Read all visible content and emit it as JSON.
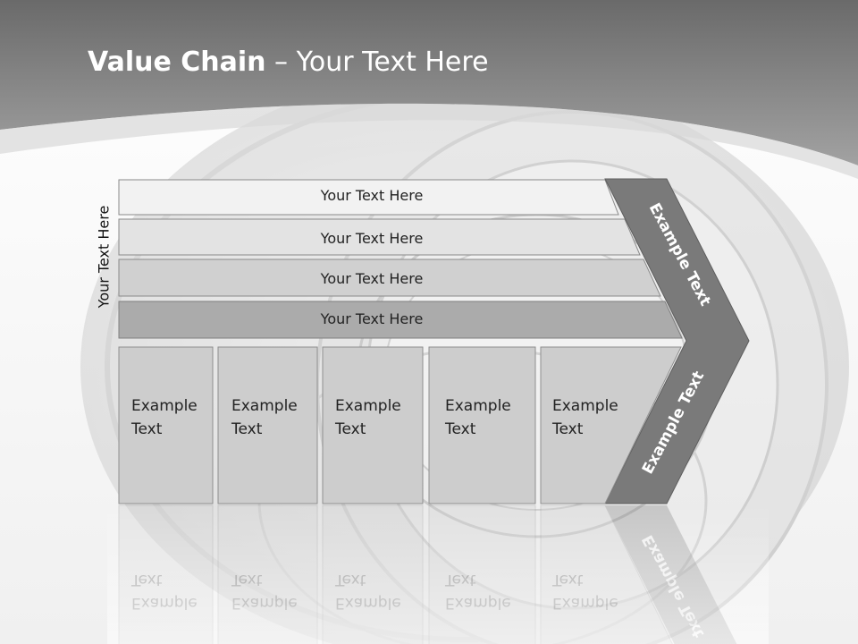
{
  "slide": {
    "title_bold": "Value Chain",
    "title_rest": " – Your Text Here",
    "side_label": "Your Text Here"
  },
  "rows": [
    {
      "label": "Your Text Here"
    },
    {
      "label": "Your Text Here"
    },
    {
      "label": "Your Text Here"
    },
    {
      "label": "Your Text Here"
    }
  ],
  "boxes": [
    {
      "line1": "Example",
      "line2": "Text"
    },
    {
      "line1": "Example",
      "line2": "Text"
    },
    {
      "line1": "Example",
      "line2": "Text"
    },
    {
      "line1": "Example",
      "line2": "Text"
    },
    {
      "line1": "Example",
      "line2": "Text"
    }
  ],
  "chevron": {
    "upper_label": "Example Text",
    "lower_label": "Example Text"
  },
  "colors": {
    "header_dark": "#6e6e6e",
    "chevron_fill": "#7a7a7a",
    "row_fills": [
      "#f0f0f0",
      "#e2e2e2",
      "#cfcfcf",
      "#a9a9a9"
    ],
    "box_fill": "#cdcdcd"
  }
}
